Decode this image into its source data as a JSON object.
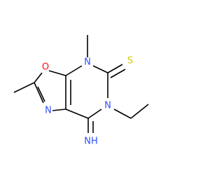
{
  "molecule": {
    "colors": {
      "bond": "#000000",
      "oxygen": "#ff0d0d",
      "nitrogen": "#3050f8",
      "sulfur": "#d4c800"
    },
    "atoms": {
      "O1": "O",
      "N4": "N",
      "S": "S",
      "N3": "N",
      "N6": "N",
      "imine": "NH"
    }
  }
}
